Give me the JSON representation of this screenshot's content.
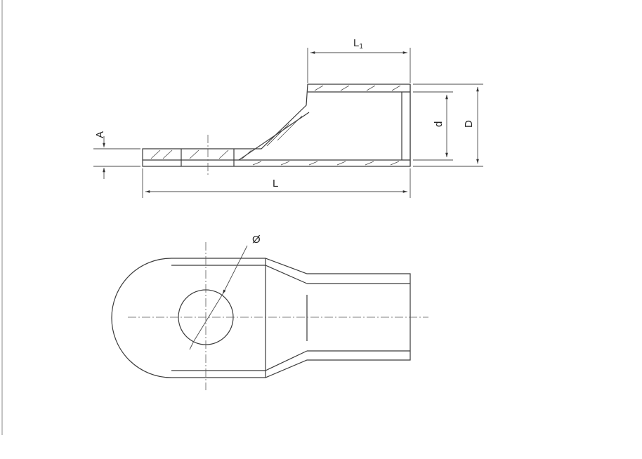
{
  "labels": {
    "L": "L",
    "L1_main": "L",
    "L1_sub": "1",
    "d": "d",
    "D": "D",
    "A": "A",
    "diameter": "Ø"
  }
}
